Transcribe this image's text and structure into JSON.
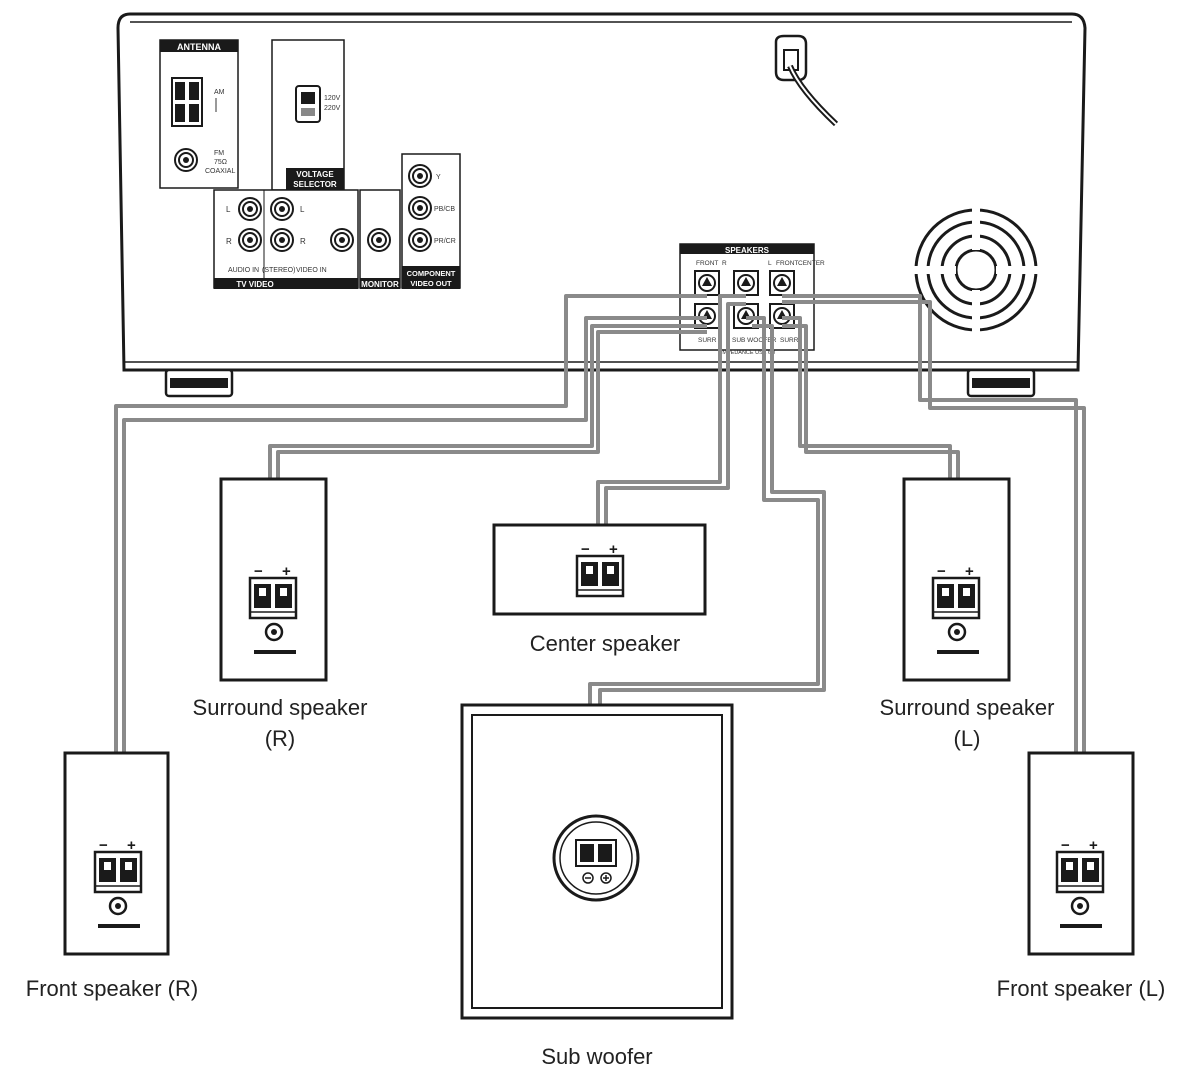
{
  "receiver": {
    "antenna_label": "ANTENNA",
    "am_label": "AM",
    "fm_label": "FM",
    "fm_sub_label": "75Ω",
    "fm_coaxial_label": "COAXIAL",
    "voltage_selector_label": "VOLTAGE",
    "voltage_selector_label_2": "SELECTOR",
    "voltage_options": [
      "120V",
      "220V"
    ],
    "tv_video_label": "TV VIDEO",
    "audio_in_label": "AUDIO IN",
    "audio_in_label_2": "(STEREO)",
    "video_in_label": "VIDEO IN",
    "monitor_label": "MONITOR",
    "component_label": "COMPONENT",
    "video_out_label": "VIDEO OUT",
    "component_jacks": [
      "Y",
      "PB/CB",
      "PR/CR"
    ],
    "jack_l": "L",
    "jack_r": "R",
    "speakers_label": "SPEAKERS",
    "front_label": "FRONT",
    "front_l_label": "L",
    "front_r_label": "R",
    "center_label": "CENTER",
    "surround_label": "SURR",
    "subwoofer_label": "SUB WOOFER",
    "impedance_label": "IMPEDANCE USE 6Ω"
  },
  "terminal_signs": {
    "minus": "−",
    "plus": "+"
  },
  "speakers": {
    "surround_r": {
      "line1": "Surround speaker",
      "line2": "(R)"
    },
    "surround_l": {
      "line1": "Surround speaker",
      "line2": "(L)"
    },
    "center": {
      "label": "Center speaker"
    },
    "front_r": {
      "label": "Front speaker (R)"
    },
    "front_l": {
      "label": "Front speaker (L)"
    },
    "subwoofer": {
      "label": "Sub woofer"
    }
  },
  "colors": {
    "line": "#1a1a1a",
    "wire": "#8a8a8a",
    "panel": "#ffffff"
  }
}
